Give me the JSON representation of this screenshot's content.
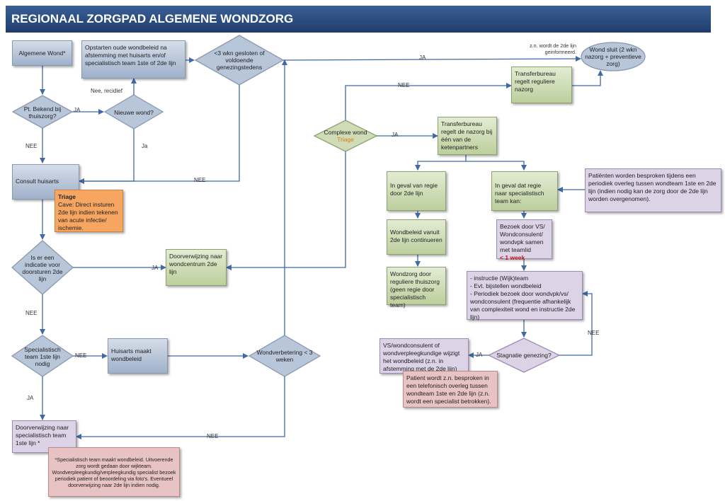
{
  "title": "REGIONAAL ZORGPAD ALGEMENE WONDZORG",
  "nodes": {
    "algemene_wond": "Algemene Wond*",
    "opstarten": "Opstarten oude wondbeleid na afstemming met huisarts en/of specialistisch team 1ste of 2de lijn",
    "gesloten": "<3 wkn gesloten of voldoende genezingstedens",
    "pt_bekend": "Pt. Bekend bij thuiszorg?",
    "nieuwe_wond": "Nieuwe wond?",
    "consult_huisarts": "Consult huisarts",
    "triage_title": "Triage",
    "triage_body": "Cave: Direct insturen 2de lijn indien tekenen van acute infectie/ ischemie.",
    "indicatie": "Is er een indicatie voor doorsturen 2de lijn",
    "doorverwijzing_wondcentrum": "Doorverwijzing naar wondcentrum 2de lijn",
    "specialistisch_nodig": "Specialistisch team 1ste lijn nodig",
    "huisarts_maakt": "Huisarts maakt wondbeleid",
    "wondverbetering": "Wondverbetering < 3 weken",
    "doorverwijzing_spec": "Doorverwijzing naar specialistisch team 1ste lijn *",
    "footnote": "*Specialistisch team maakt wondbeleid. Uitvoerende zorg wordt gedaan door wijkteam. Wondverpleegkundig/verpleegkundig specialist bezoek periodiek patient of beoordeling via foto's. Eventueel doorverwijzing naar 2de lijn indien nodig.",
    "complexe_wond": "Complexe wond",
    "complexe_triage": "Triage",
    "transferbureau_regulier": "Transferbureau regelt reguliere nazorg",
    "transferbureau_keten": "Transferbureau regelt de nazorg bij één van de ketenpartners",
    "wond_sluit": "Wond sluit (2 wkn nazorg + preventieve zorg)",
    "wond_sluit_note": "z.n. wordt de 2de lijn geinformeerd.",
    "regie_2de": "In geval van regie door 2de lijn",
    "regie_spec": "In geval dat regie naar specialistisch team kan:",
    "patienten_besproken": "Patiënten worden besproken tijdens een periodiek overleg tussen wondteam 1ste en 2de lijn (indien nodig kan de zorg door de 2de lijn worden overgenomen).",
    "wondbeleid_2de": "Wondbeleid vanuit 2de lijn continueren",
    "wondzorg_regulier": "Wondzorg door reguliere thuiszorg (geen regie door specialistisch team)",
    "bezoek": "Bezoek door VS/ Wondconsulent/ wondvpk samen met teamlid",
    "bezoek_week": "< 1 week",
    "instructie": "- instructie (Wijk)team\n- Evt. bijstellen wondbeleid\n- Periodiek bezoek door wondvpk/vs/ wondconsulent (frequentie afhankelijk van complexiteit wond en instructie 2de lijn)",
    "stagnatie": "Stagnatie genezing?",
    "vs_wijzigt": "VS/wondconsulent of wondverpleegkundige wijzigt het wondbeleid (z.n. in afstemming met de 2de lijn)",
    "patient_telefonisch": "Patient wordt z.n. besproken in een telefonisch overleg tussen wondteam 1ste en 2de lijn (z.n. wordt een specialist betrokken)."
  },
  "labels": {
    "ja": "JA",
    "nee": "NEE",
    "nee_recidief": "Nee, recidief",
    "ja_lower": "Ja"
  },
  "colors": {
    "header": "#2a4a7f",
    "blue_box": "#b8c6da",
    "green_box": "#cfdcb6",
    "purple_box": "#dcd3e7",
    "pink_box": "#e7c3c4",
    "orange_box": "#f7a662",
    "connector": "#3f6aa6"
  }
}
